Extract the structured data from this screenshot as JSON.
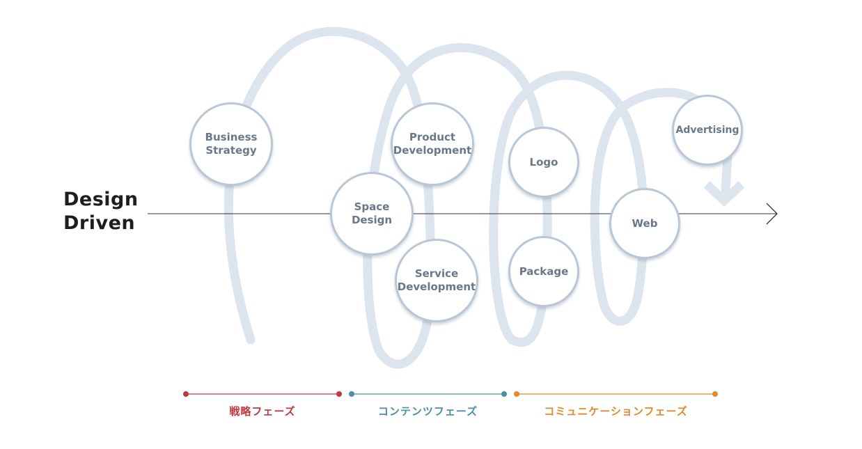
{
  "title": {
    "line1": "Design",
    "line2": "Driven"
  },
  "nodes": {
    "business_strategy": {
      "line1": "Business",
      "line2": "Strategy"
    },
    "space_design": {
      "line1": "Space",
      "line2": "Design"
    },
    "product_development": {
      "line1": "Product",
      "line2": "Development"
    },
    "service_development": {
      "line1": "Service",
      "line2": "Development"
    },
    "logo": {
      "line1": "Logo"
    },
    "package": {
      "line1": "Package"
    },
    "web": {
      "line1": "Web"
    },
    "advertising": {
      "line1": "Advertising"
    }
  },
  "phases": {
    "strategy": {
      "label": "戦略フェーズ",
      "color": "#c0393f"
    },
    "contents": {
      "label": "コンテンツフェーズ",
      "color": "#4a8fa3"
    },
    "communication": {
      "label": "コミュニケーションフェーズ",
      "color": "#e08a2c"
    }
  },
  "colors": {
    "spiral": "#dce5ee",
    "node_border": "#b9c6d6",
    "node_text": "#6a7786",
    "axis": "#333333"
  }
}
